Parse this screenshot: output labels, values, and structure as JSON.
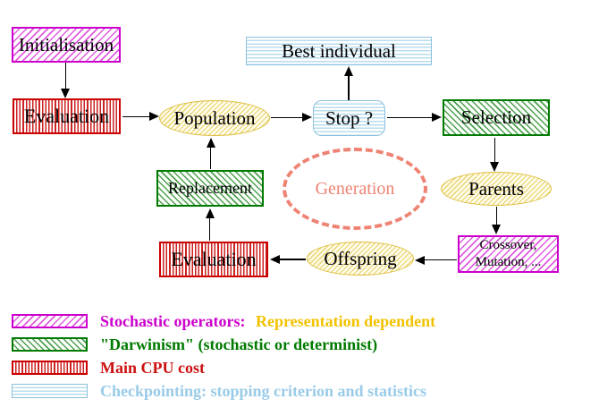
{
  "nodes": {
    "initialisation": {
      "label": "Initialisation"
    },
    "evaluation_top": {
      "label": "Evaluation"
    },
    "population": {
      "label": "Population"
    },
    "best_individual": {
      "label": "Best individual"
    },
    "stop": {
      "label": "Stop ?"
    },
    "selection": {
      "label": "Selection"
    },
    "parents": {
      "label": "Parents"
    },
    "crossover_mutation": {
      "label_line1": "Crossover,",
      "label_line2": "Mutation, ..."
    },
    "offspring": {
      "label": "Offspring"
    },
    "evaluation_bottom": {
      "label": "Evaluation"
    },
    "replacement": {
      "label": "Replacement"
    },
    "generation": {
      "label": "Generation"
    }
  },
  "legend": {
    "stochastic": {
      "label": "Stochastic operators:",
      "value": "Representation dependent"
    },
    "darwinism": {
      "label": "\"Darwinism\" (stochastic or determinist)"
    },
    "cpu": {
      "label": "Main CPU cost"
    },
    "checkpointing": {
      "label": "Checkpointing: stopping criterion and statistics"
    }
  },
  "colors": {
    "magenta": "#cc00cc",
    "green": "#007a00",
    "red": "#cc0000",
    "light_blue": "#8cc0dc",
    "yellow_border": "#dcbe3c",
    "gold_text": "#f2c200",
    "salmon": "#ee8373",
    "arrow": "#000000"
  }
}
